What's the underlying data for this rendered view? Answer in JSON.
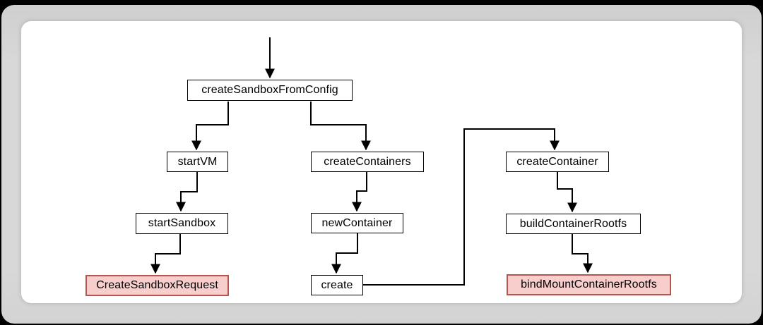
{
  "window": {
    "background": "#000000",
    "frame_color": "#d8d8d8",
    "canvas_color": "#ffffff"
  },
  "diagram": {
    "nodes": [
      {
        "id": "createSandboxFromConfig",
        "label": "createSandboxFromConfig",
        "kind": "plain"
      },
      {
        "id": "startVM",
        "label": "startVM",
        "kind": "plain"
      },
      {
        "id": "createContainers",
        "label": "createContainers",
        "kind": "plain"
      },
      {
        "id": "createContainer",
        "label": "createContainer",
        "kind": "plain"
      },
      {
        "id": "startSandbox",
        "label": "startSandbox",
        "kind": "plain"
      },
      {
        "id": "newContainer",
        "label": "newContainer",
        "kind": "plain"
      },
      {
        "id": "buildContainerRootfs",
        "label": "buildContainerRootfs",
        "kind": "plain"
      },
      {
        "id": "CreateSandboxRequest",
        "label": "CreateSandboxRequest",
        "kind": "highlight"
      },
      {
        "id": "create",
        "label": "create",
        "kind": "plain"
      },
      {
        "id": "bindMountContainerRootfs",
        "label": "bindMountContainerRootfs",
        "kind": "highlight"
      }
    ],
    "edges": [
      {
        "from": "(entry)",
        "to": "createSandboxFromConfig"
      },
      {
        "from": "createSandboxFromConfig",
        "to": "startVM"
      },
      {
        "from": "createSandboxFromConfig",
        "to": "createContainers"
      },
      {
        "from": "startVM",
        "to": "startSandbox"
      },
      {
        "from": "startSandbox",
        "to": "CreateSandboxRequest"
      },
      {
        "from": "createContainers",
        "to": "newContainer"
      },
      {
        "from": "newContainer",
        "to": "create"
      },
      {
        "from": "create",
        "to": "createContainer"
      },
      {
        "from": "createContainer",
        "to": "buildContainerRootfs"
      },
      {
        "from": "buildContainerRootfs",
        "to": "bindMountContainerRootfs"
      }
    ],
    "colors": {
      "node_fill": "#ffffff",
      "node_stroke": "#000000",
      "highlight_fill": "#f8cecc",
      "highlight_stroke": "#b85450",
      "connector": "#000000",
      "text": "#000000"
    }
  }
}
